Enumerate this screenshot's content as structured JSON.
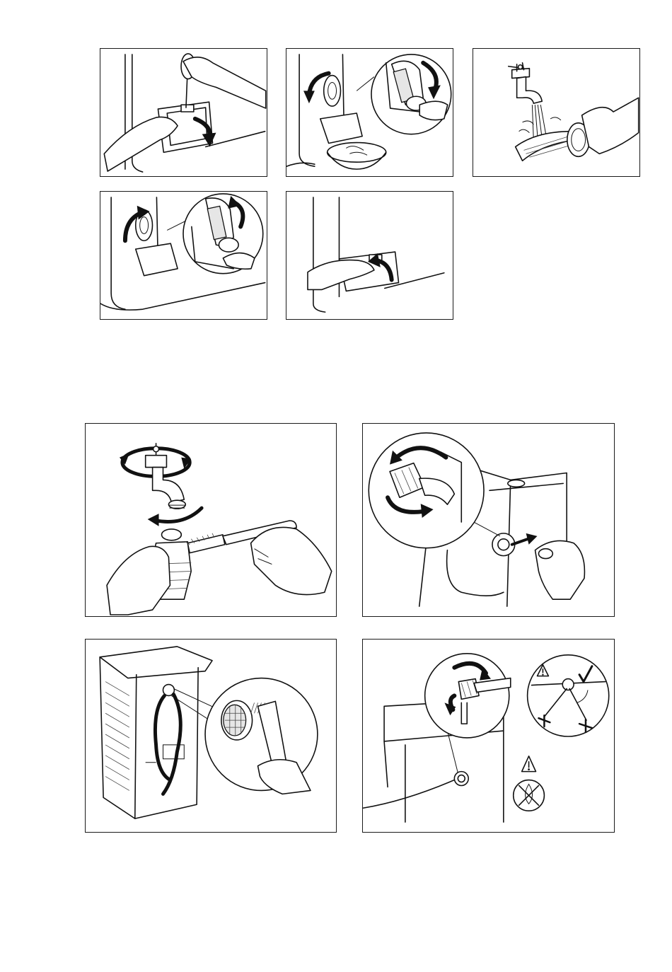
{
  "panels": {
    "row1": [
      {
        "id": "open-filter-cover",
        "icons": [
          "hand-icon",
          "screwdriver-icon",
          "flap-open-arrow-icon"
        ]
      },
      {
        "id": "unscrew-pump-filter",
        "icons": [
          "rotate-ccw-arrow-icon",
          "bowl-icon",
          "filter-icon"
        ]
      },
      {
        "id": "rinse-filter-under-tap",
        "icons": [
          "tap-icon",
          "water-stream-icon",
          "filter-icon"
        ]
      }
    ],
    "row2": [
      {
        "id": "refit-pump-filter",
        "icons": [
          "rotate-cw-arrow-icon",
          "filter-icon"
        ]
      },
      {
        "id": "close-filter-cover",
        "icons": [
          "hand-icon",
          "flap-close-arrow-icon"
        ]
      }
    ],
    "row3": [
      {
        "id": "clean-tap-hose-with-brush",
        "icons": [
          "tap-icon",
          "brush-icon",
          "hose-nut-icon"
        ]
      },
      {
        "id": "unscrew-inlet-hose",
        "icons": [
          "rotate-arrow-icon",
          "pull-arrow-icon"
        ]
      }
    ],
    "row4": [
      {
        "id": "clean-inlet-filter-brush",
        "icons": [
          "brush-icon",
          "mesh-filter-icon"
        ]
      },
      {
        "id": "refit-inlet-hose-angle",
        "icons": [
          "warning-icon",
          "check-mark-icon",
          "cross-mark-icon",
          "no-water-icon"
        ]
      }
    ]
  }
}
